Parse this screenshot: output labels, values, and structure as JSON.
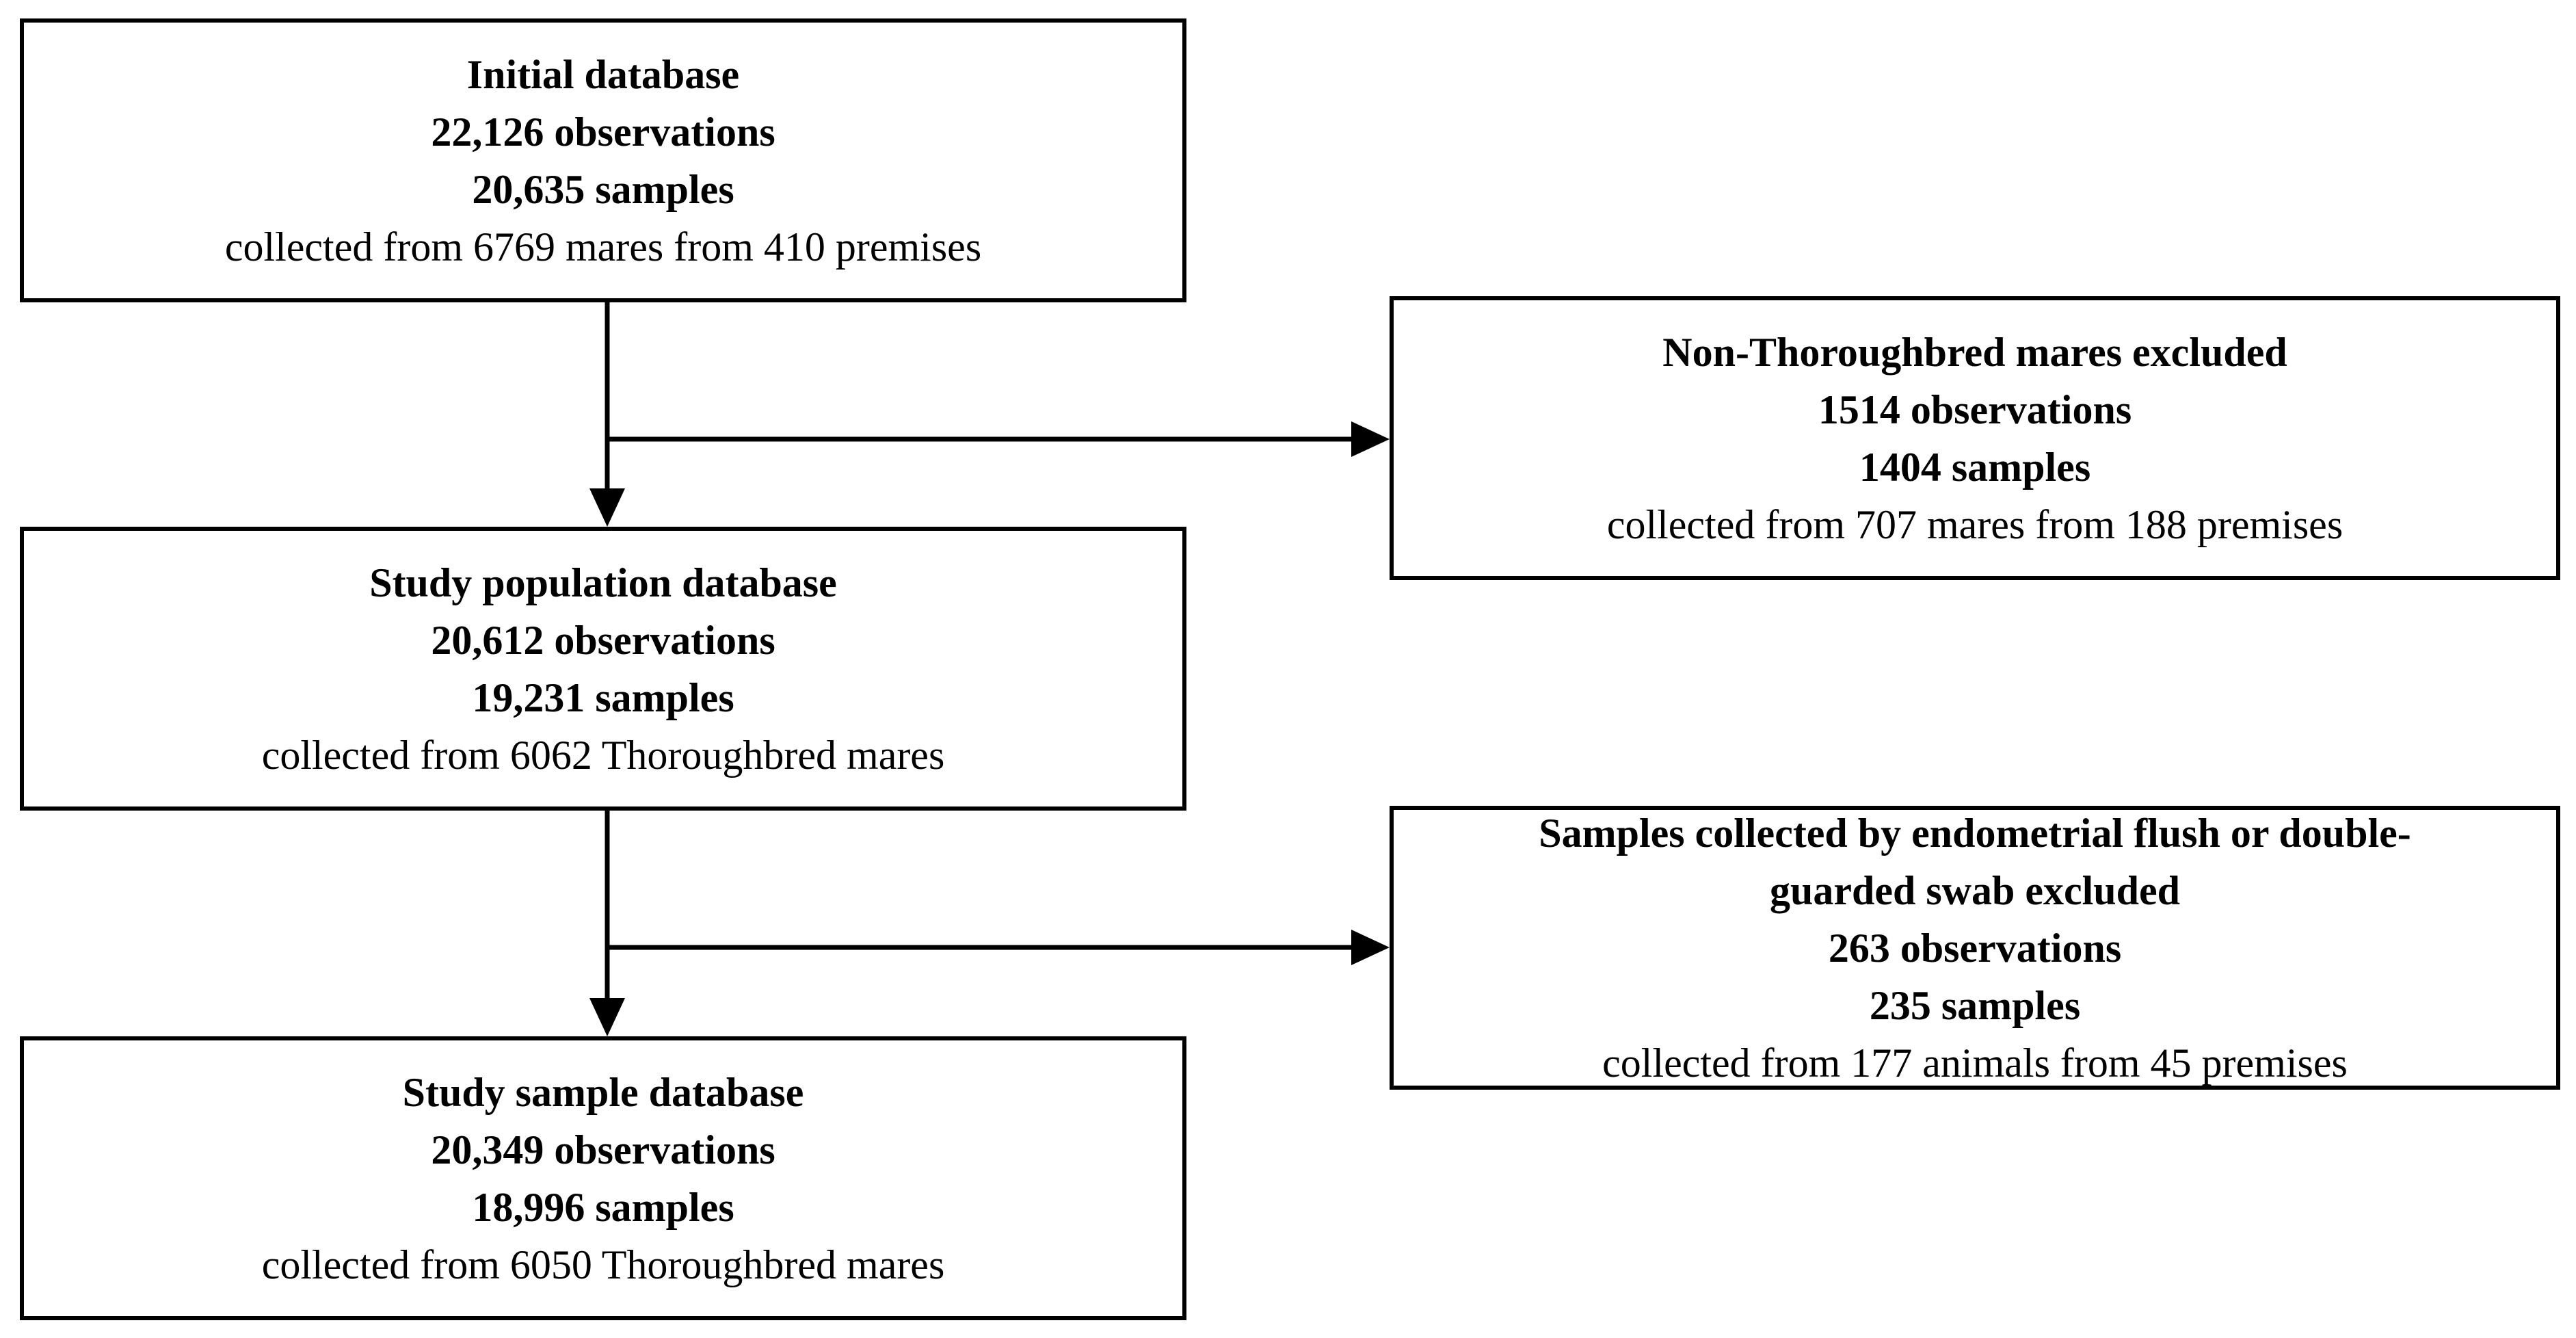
{
  "boxes": {
    "initial": {
      "title": "Initial database",
      "observations": "22,126 observations",
      "samples": "20,635 samples",
      "detail": "collected from 6769 mares from 410 premises"
    },
    "study_population": {
      "title": "Study population database",
      "observations": "20,612 observations",
      "samples": "19,231 samples",
      "detail": "collected from 6062 Thoroughbred mares"
    },
    "study_sample": {
      "title": "Study sample database",
      "observations": "20,349 observations",
      "samples": "18,996 samples",
      "detail": "collected from 6050 Thoroughbred mares"
    },
    "non_thoroughbred": {
      "title": "Non-Thoroughbred mares excluded",
      "observations": "1514 observations",
      "samples": "1404 samples",
      "detail": "collected from 707 mares from 188 premises"
    },
    "flush_excluded": {
      "title_line1": "Samples collected by endometrial flush or double-",
      "title_line2": "guarded swab excluded",
      "observations": "263 observations",
      "samples": "235 samples",
      "detail": "collected from 177 animals from 45 premises"
    }
  },
  "colors": {
    "line": "#000000",
    "border": "#000000",
    "background": "#ffffff"
  }
}
